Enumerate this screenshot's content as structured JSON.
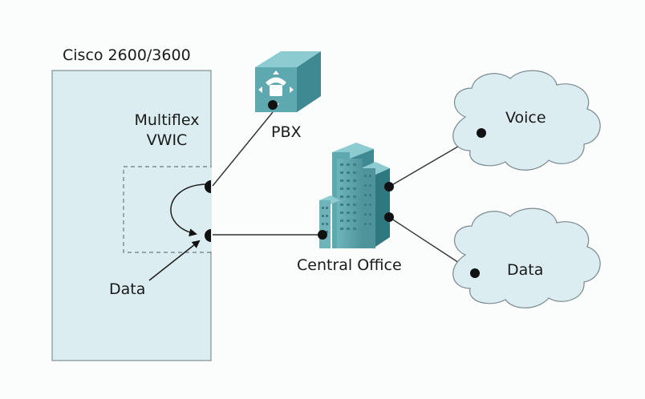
{
  "router": {
    "label": "Cisco 2600/3600",
    "card_label_line1": "Multiflex",
    "card_label_line2": "VWIC"
  },
  "pbx": {
    "label": "PBX"
  },
  "central_office": {
    "label": "Central Office"
  },
  "clouds": {
    "voice": "Voice",
    "data": "Data"
  },
  "data_arrow": {
    "label": "Data"
  },
  "colors": {
    "box_fill": "#dbedf0",
    "cloud_fill": "#dbedf0",
    "building": "#5a9ea6",
    "line": "#3a3a3a"
  }
}
